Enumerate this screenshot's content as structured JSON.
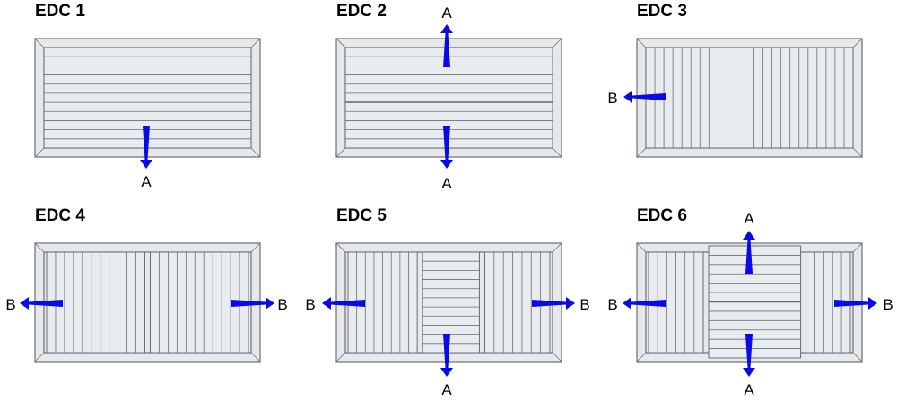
{
  "colors": {
    "arrow": "#0a0ae6",
    "panel": "#e6e9eb",
    "stroke": "#6b6f73"
  },
  "panels": [
    {
      "title": "EDC 1",
      "arrows": [
        {
          "dir": "down",
          "label": "A"
        }
      ]
    },
    {
      "title": "EDC 2",
      "arrows": [
        {
          "dir": "up",
          "label": "A"
        },
        {
          "dir": "down",
          "label": "A"
        }
      ]
    },
    {
      "title": "EDC 3",
      "arrows": [
        {
          "dir": "left",
          "label": "B"
        }
      ]
    },
    {
      "title": "EDC 4",
      "arrows": [
        {
          "dir": "left",
          "label": "B"
        },
        {
          "dir": "right",
          "label": "B"
        }
      ]
    },
    {
      "title": "EDC 5",
      "arrows": [
        {
          "dir": "left",
          "label": "B"
        },
        {
          "dir": "right",
          "label": "B"
        },
        {
          "dir": "down",
          "label": "A"
        }
      ]
    },
    {
      "title": "EDC 6",
      "arrows": [
        {
          "dir": "up",
          "label": "A"
        },
        {
          "dir": "down",
          "label": "A"
        },
        {
          "dir": "left",
          "label": "B"
        },
        {
          "dir": "right",
          "label": "B"
        }
      ]
    }
  ]
}
